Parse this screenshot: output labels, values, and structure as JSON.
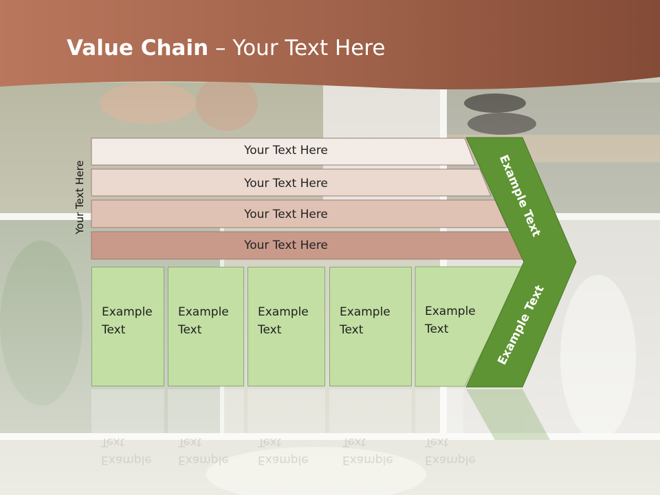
{
  "title": {
    "bold": "Value Chain",
    "rest": " – Your Text Here"
  },
  "side_label": "Your Text Here",
  "rows": [
    {
      "label": "Your Text Here",
      "color": "#f3ebe6"
    },
    {
      "label": "Your Text Here",
      "color": "#ebd9d0"
    },
    {
      "label": "Your Text Here",
      "color": "#e0c2b4"
    },
    {
      "label": "Your Text Here",
      "color": "#c9998a"
    }
  ],
  "boxes": [
    {
      "line1": "Example",
      "line2": "Text"
    },
    {
      "line1": "Example",
      "line2": "Text"
    },
    {
      "line1": "Example",
      "line2": "Text"
    },
    {
      "line1": "Example",
      "line2": "Text"
    },
    {
      "line1": "Example",
      "line2": "Text"
    }
  ],
  "arrow_top_text": "Example Text",
  "arrow_bottom_text": "Example Text",
  "colors": {
    "header": "#a86a52",
    "box_fill": "#c3dfa4",
    "arrow_green": "#5e9433"
  }
}
